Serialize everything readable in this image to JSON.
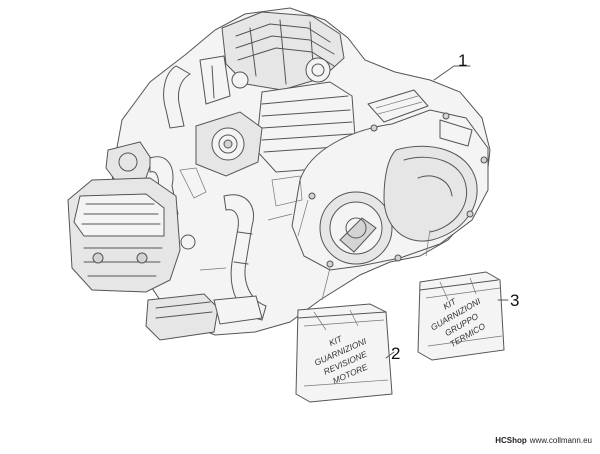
{
  "diagram": {
    "callouts": [
      {
        "number": "1"
      },
      {
        "number": "2"
      },
      {
        "number": "3"
      }
    ],
    "bag_2_lines": [
      "KIT",
      "GUARNIZIONI",
      "REVISIONE",
      "MOTORE"
    ],
    "bag_3_lines": [
      "KIT",
      "GUARNIZIONI",
      "GRUPPO",
      "TERMICO"
    ]
  },
  "footer": {
    "brand": "HCShop",
    "site": "www.collmann.eu"
  }
}
